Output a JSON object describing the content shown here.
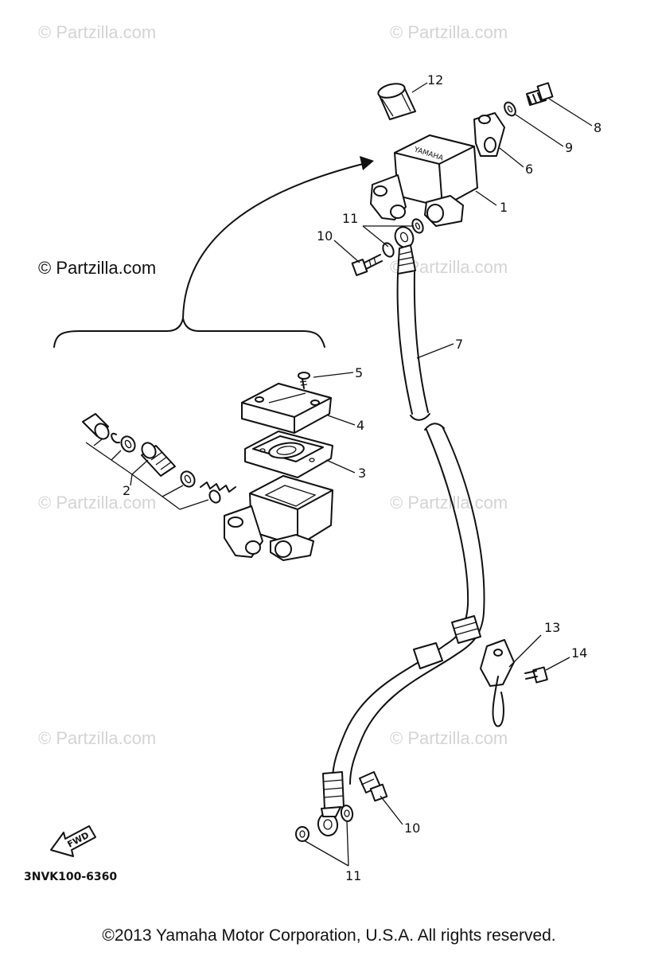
{
  "watermarks": {
    "wm1": "© Partzilla.com",
    "wm2": "© Partzilla.com",
    "wm3": "© Partzilla.com",
    "wm4": "© Partzilla.com",
    "wm5": "© Partzilla.com",
    "wm6": "© Partzilla.com",
    "wm7": "© Partzilla.com",
    "wm8": "© Partzilla.com"
  },
  "callouts": {
    "c1": "1",
    "c2": "2",
    "c3": "3",
    "c4": "4",
    "c5": "5",
    "c6": "6",
    "c7": "7",
    "c8": "8",
    "c9": "9",
    "c10a": "10",
    "c10b": "10",
    "c11a": "11",
    "c11b": "11",
    "c12": "12",
    "c13": "13",
    "c14": "14"
  },
  "fwd_label": "FWD",
  "diagram_code": "3NVK100-6360",
  "footer": "©2013 Yamaha Motor Corporation, U.S.A. All rights reserved."
}
